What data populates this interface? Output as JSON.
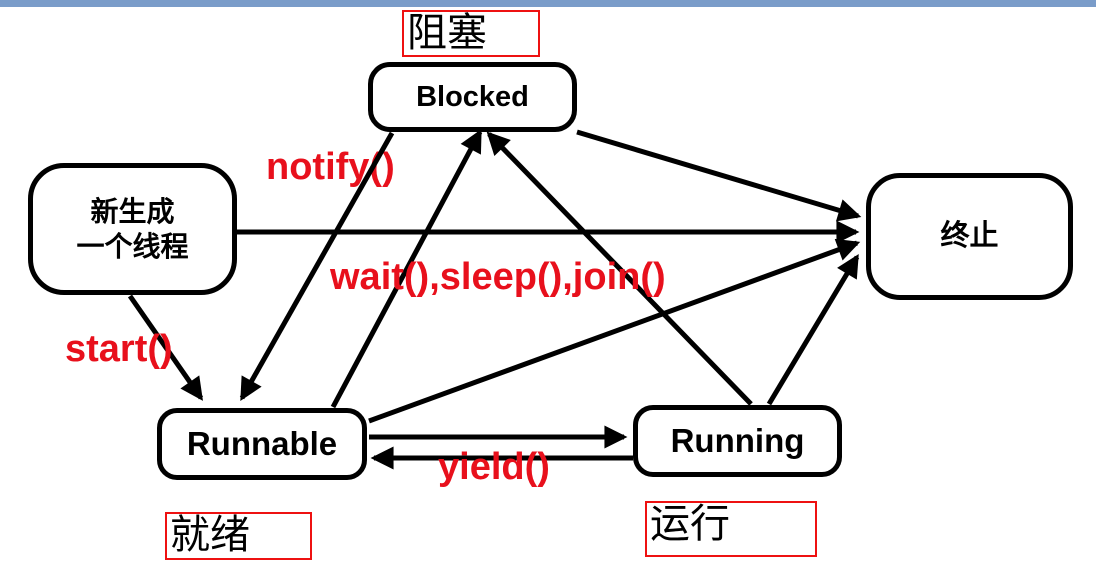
{
  "diagram_title": "Java thread lifecycle state diagram",
  "nodes": {
    "new_thread": {
      "line1": "新生成",
      "line2": "一个线程"
    },
    "blocked": {
      "label": "Blocked"
    },
    "terminated": {
      "label": "终止"
    },
    "runnable": {
      "label": "Runnable"
    },
    "running": {
      "label": "Running"
    }
  },
  "annotations": {
    "blocked_cn": "阻塞",
    "runnable_cn": "就绪",
    "running_cn": "运行"
  },
  "transitions": {
    "start": {
      "label": "start()",
      "from": "new_thread",
      "to": "runnable"
    },
    "notify": {
      "label": "notify()",
      "from": "blocked",
      "to": "runnable"
    },
    "wait_sleep_join": {
      "label": "wait(),sleep(),join()",
      "from": "running",
      "to": "blocked"
    },
    "yield": {
      "label": "yield()",
      "from": "running",
      "to": "runnable"
    },
    "new_to_terminated": {
      "label": "",
      "from": "new_thread",
      "to": "terminated"
    },
    "runnable_to_blocked": {
      "label": "",
      "from": "runnable",
      "to": "blocked"
    },
    "blocked_to_terminated": {
      "label": "",
      "from": "blocked",
      "to": "terminated"
    },
    "runnable_to_terminated": {
      "label": "",
      "from": "runnable",
      "to": "terminated"
    },
    "running_to_terminated": {
      "label": "",
      "from": "running",
      "to": "terminated"
    },
    "runnable_to_running": {
      "label": "",
      "from": "runnable",
      "to": "running"
    }
  },
  "colors": {
    "top_bar": "#7a9cc9",
    "label_red": "#e8101c",
    "annotation_border_red": "#ee1111",
    "line_black": "#000000"
  }
}
